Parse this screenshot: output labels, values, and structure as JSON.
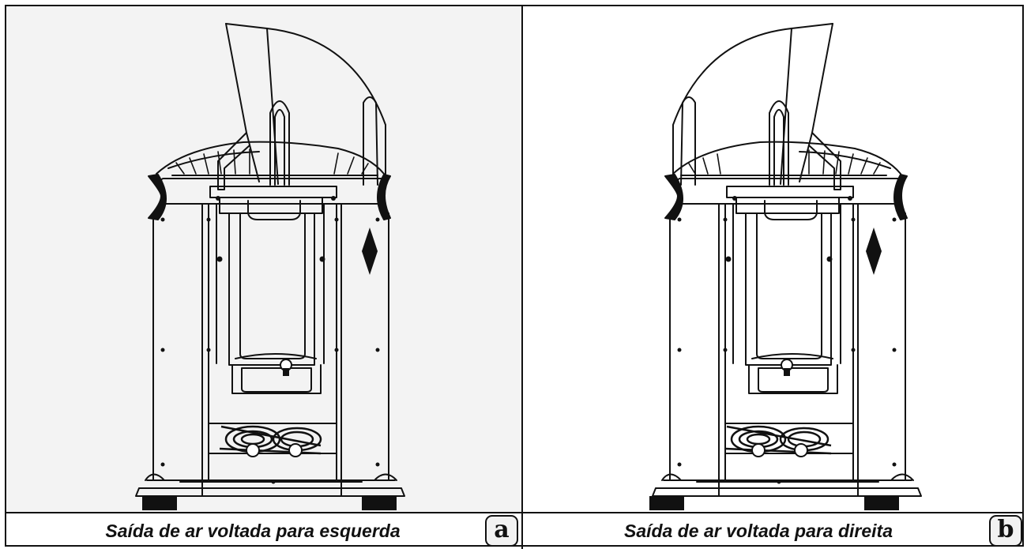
{
  "panels": [
    {
      "caption": "Saída de ar voltada para esquerda",
      "tag": "a"
    },
    {
      "caption": "Saída de ar voltada para direita",
      "tag": "b"
    }
  ],
  "colors": {
    "ink": "#111111",
    "panel_a_background": "#f3f3f3",
    "panel_b_background": "#ffffff"
  }
}
